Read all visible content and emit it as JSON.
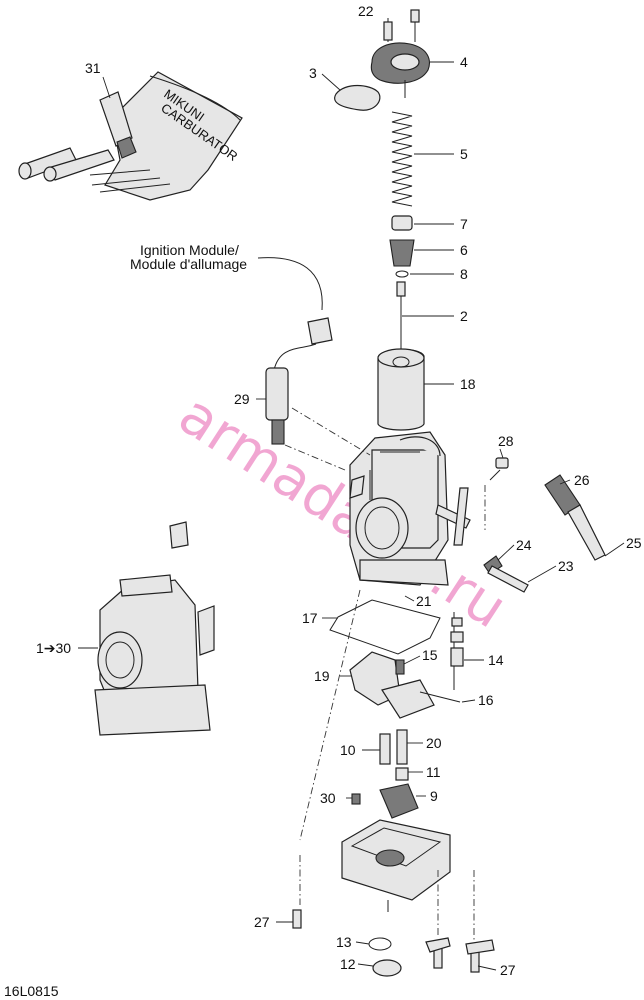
{
  "diagram": {
    "reference_code": "16L0815",
    "watermark": "armada-co.ru",
    "caption_line1": "Ignition Module/",
    "caption_line2": "Module d'allumage",
    "tool_text_1": "MIKUNI",
    "tool_text_2": "CARBURATOR",
    "labels": {
      "l1_30": "1➔30",
      "l2": "2",
      "l3": "3",
      "l4": "4",
      "l5": "5",
      "l6": "6",
      "l7": "7",
      "l8": "8",
      "l9": "9",
      "l10": "10",
      "l11": "11",
      "l12": "12",
      "l13": "13",
      "l14": "14",
      "l15": "15",
      "l16": "16",
      "l17": "17",
      "l18": "18",
      "l19": "19",
      "l20": "20",
      "l21": "21",
      "l22": "22",
      "l23": "23",
      "l24": "24",
      "l25": "25",
      "l26": "26",
      "l27a": "27",
      "l27b": "27",
      "l28": "28",
      "l29": "29",
      "l30": "30",
      "l31": "31"
    }
  }
}
